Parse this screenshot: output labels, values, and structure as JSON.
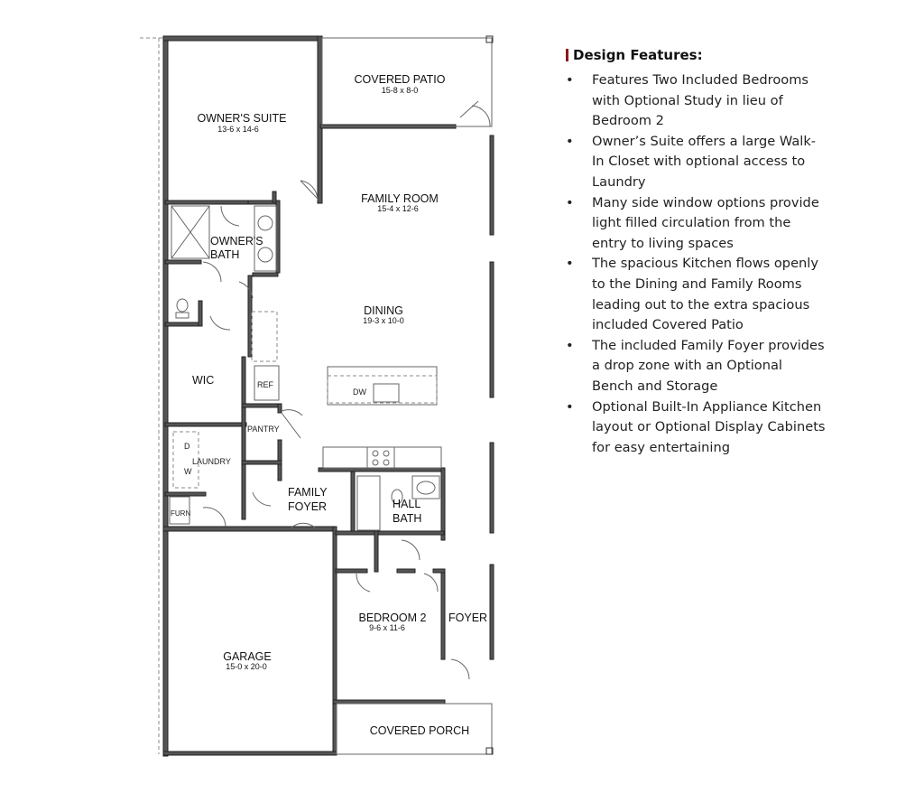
{
  "rooms": {
    "owners_suite": {
      "name": "OWNER'S SUITE",
      "dim": "13-6 x 14-6"
    },
    "covered_patio": {
      "name": "COVERED PATIO",
      "dim": "15-8 x 8-0"
    },
    "family_room": {
      "name": "FAMILY ROOM",
      "dim": "15-4 x 12-6"
    },
    "owners_bath": {
      "line1": "OWNER'S",
      "line2": "BATH"
    },
    "dining": {
      "name": "DINING",
      "dim": "19-3 x 10-0"
    },
    "wic": {
      "name": "WIC"
    },
    "laundry": {
      "name": "LAUNDRY"
    },
    "pantry": {
      "name": "PANTRY"
    },
    "family_foyer": {
      "line1": "FAMILY",
      "line2": "FOYER"
    },
    "hall_bath": {
      "line1": "HALL",
      "line2": "BATH"
    },
    "bedroom2": {
      "name": "BEDROOM 2",
      "dim": "9-6 x 11-6"
    },
    "foyer": {
      "name": "FOYER"
    },
    "garage": {
      "name": "GARAGE",
      "dim": "15-0 x 20-0"
    },
    "covered_porch": {
      "name": "COVERED PORCH"
    }
  },
  "fixtures": {
    "ref": "REF",
    "dw": "DW",
    "dryer": "D",
    "washer": "W",
    "furn": "FURN"
  },
  "features": {
    "heading": "Design Features:",
    "bullet": "•",
    "items": [
      "Features Two Included Bedrooms with Optional Study in lieu of Bedroom 2",
      "Owner’s Suite offers a large Walk-In Closet with optional access to Laundry",
      "Many side window options provide light filled circulation from the entry to living spaces",
      "The spacious Kitchen flows openly to the Dining and Family Rooms leading out to the extra spacious included Covered Patio",
      "The included Family Foyer provides a drop zone with an Optional Bench and Storage",
      "Optional Built-In Appliance Kitchen layout or Optional Display Cabinets for easy entertaining"
    ]
  },
  "colors": {
    "accent": "#8b1a1a",
    "wall": "#555555"
  }
}
